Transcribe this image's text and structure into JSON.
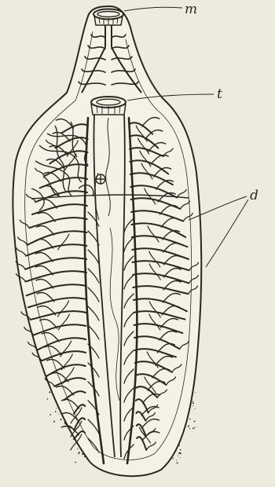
{
  "figure": {
    "labels": {
      "mouth": "m",
      "sucker": "t",
      "diverticula": "d"
    }
  },
  "colors": {
    "ink": "#2a2620",
    "paper": "#efeade"
  }
}
